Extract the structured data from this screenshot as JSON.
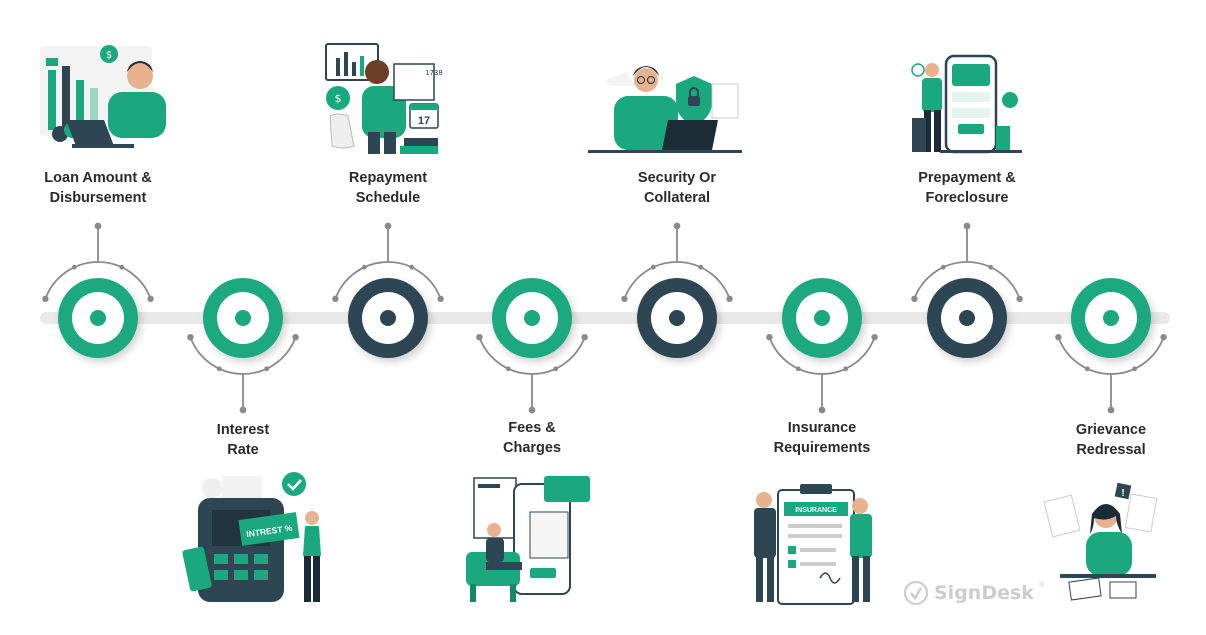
{
  "colors": {
    "green": "#1aa97f",
    "navy": "#2e4553",
    "connector": "#8a8a8a",
    "bar": "#e7e7e7",
    "text": "#2b2b2b"
  },
  "steps": [
    {
      "line1": "Loan Amount &",
      "line2": "Disbursement",
      "color": "green",
      "side": "top",
      "icon": "loan-illustration"
    },
    {
      "line1": "Interest",
      "line2": "Rate",
      "color": "green",
      "side": "bottom",
      "icon": "pos-terminal-illustration"
    },
    {
      "line1": "Repayment",
      "line2": "Schedule",
      "color": "navy",
      "side": "top",
      "icon": "calendar-illustration"
    },
    {
      "line1": "Fees &",
      "line2": "Charges",
      "color": "green",
      "side": "bottom",
      "icon": "invoice-illustration"
    },
    {
      "line1": "Security Or",
      "line2": "Collateral",
      "color": "navy",
      "side": "top",
      "icon": "shield-illustration"
    },
    {
      "line1": "Insurance",
      "line2": "Requirements",
      "color": "green",
      "side": "bottom",
      "icon": "insurance-clipboard-illustration"
    },
    {
      "line1": "Prepayment &",
      "line2": "Foreclosure",
      "color": "navy",
      "side": "top",
      "icon": "mobile-payment-illustration"
    },
    {
      "line1": "Grievance",
      "line2": "Redressal",
      "color": "green",
      "side": "bottom",
      "icon": "complaint-illustration"
    }
  ],
  "interest_sign": "INTREST %",
  "brand": {
    "name": "SignDesk",
    "reg": "®"
  }
}
